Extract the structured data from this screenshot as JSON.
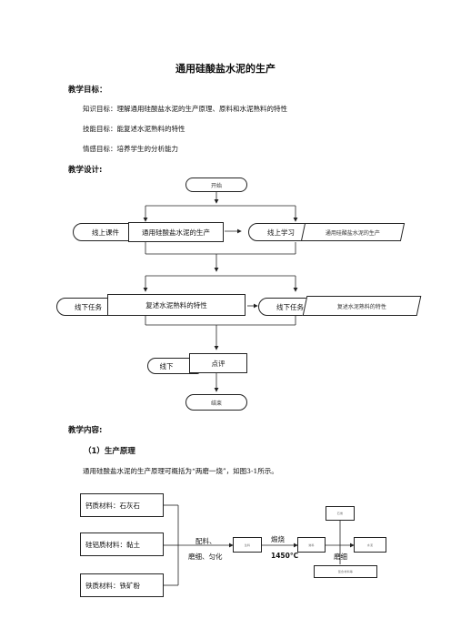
{
  "title": "通用硅酸盐水泥的生产",
  "goals": {
    "heading": "教学目标：",
    "knowledge": "知识目标：理解通用硅酸盐水泥的生产原理、原料和水泥熟料的特性",
    "skill": "技能目标：能复述水泥熟料的特性",
    "emotion": "情感目标：培养学生的分析能力"
  },
  "design": {
    "heading": "教学设计:",
    "start": "开始",
    "row1": {
      "tag_left": "线上课件",
      "main": "通用硅酸盐水泥的生产",
      "tag_right": "线上学习",
      "para": "通用硅酸盐水泥的生产"
    },
    "row2": {
      "tag_left": "线下任务",
      "main": "复述水泥熟料的特性",
      "tag_right": "线下任务",
      "para": "复述水泥熟料的特性"
    },
    "row3": {
      "tag_left": "线下",
      "main": "点评"
    },
    "end": "结束"
  },
  "content": {
    "heading": "教学内容:",
    "section1": "（1）生产原理",
    "para": "通用硅酸盐水泥的生产原理可概括为“两磨一烧”，如图3-1所示。"
  },
  "figure": {
    "material1": "钙质材料：石灰石",
    "material2": "硅铝质材料：黏土",
    "material3": "铁质材料：铁矿粉",
    "step1_top": "配料、",
    "step1_bottom": "磨细、匀化",
    "calcine_top": "煅烧",
    "calcine_temp": "1450°C",
    "grind": "磨细",
    "box_raw": "生料",
    "box_clinker": "熟料",
    "box_cement": "水泥",
    "box_gypsum": "石膏",
    "box_admix": "混合材料等"
  }
}
